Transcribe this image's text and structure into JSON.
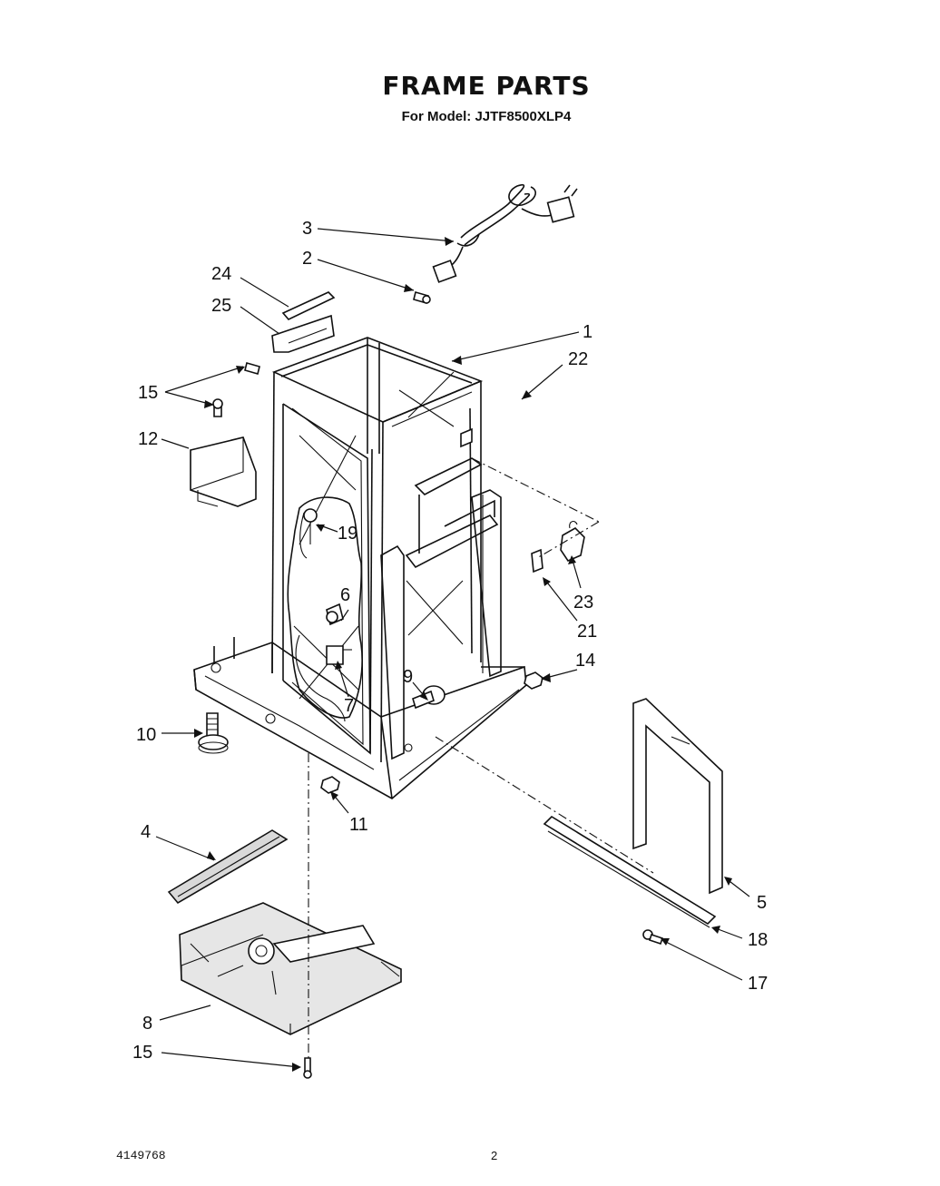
{
  "header": {
    "title": "FRAME PARTS",
    "model_line": "For Model: JJTF8500XLP4"
  },
  "callouts": {
    "c1": "1",
    "c2": "2",
    "c3": "3",
    "c4": "4",
    "c5": "5",
    "c6": "6",
    "c7": "7",
    "c8": "8",
    "c9": "9",
    "c10": "10",
    "c11": "11",
    "c12": "12",
    "c14": "14",
    "c15a": "15",
    "c15b": "15",
    "c17": "17",
    "c18": "18",
    "c19": "19",
    "c21": "21",
    "c22": "22",
    "c23": "23",
    "c24": "24",
    "c25": "25"
  },
  "footer": {
    "doc_number": "4149768",
    "page_number": "2"
  }
}
